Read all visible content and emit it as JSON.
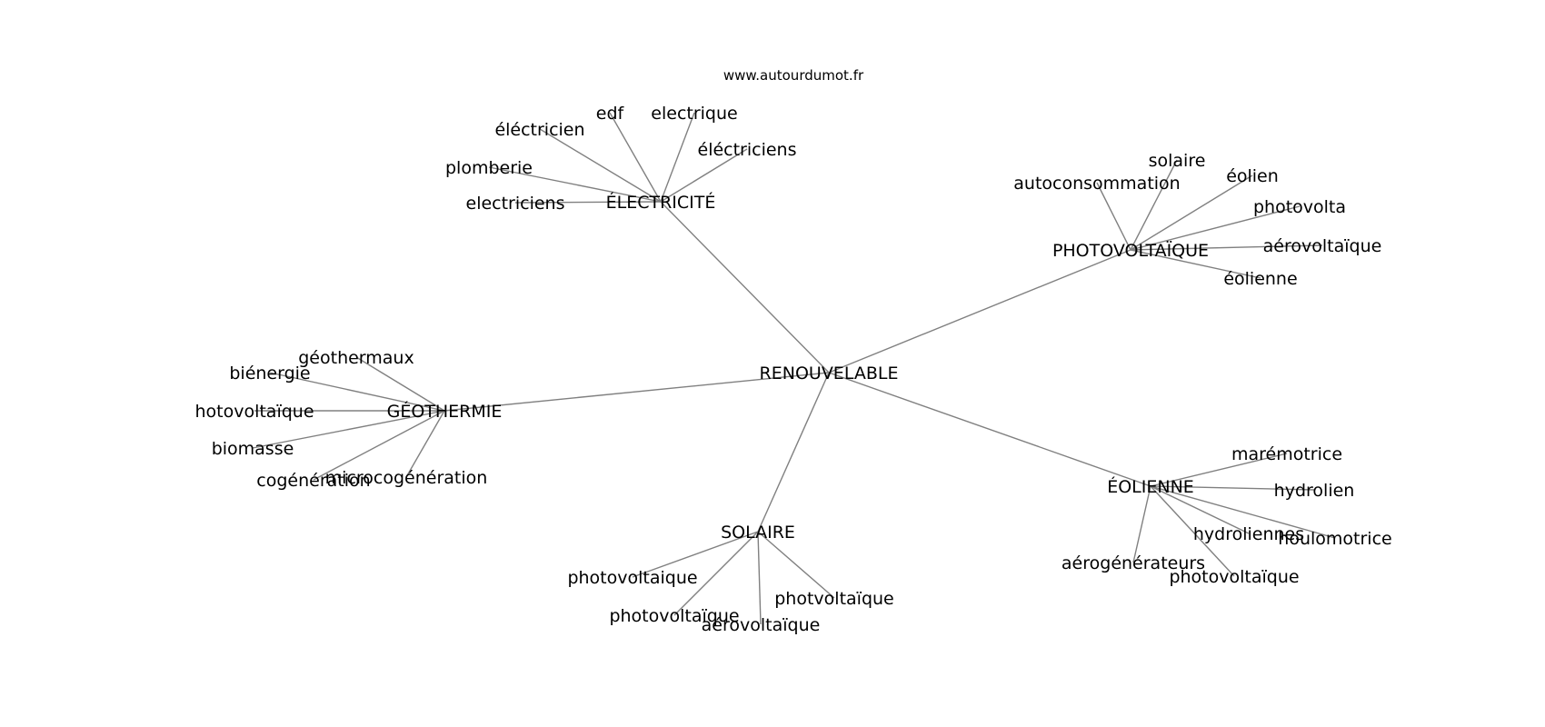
{
  "source": "www.autourdumot.fr",
  "graph": {
    "center": {
      "id": "renouvelable",
      "label": "RENOUVELABLE"
    },
    "hubs": [
      {
        "id": "electricite",
        "label": "ÉLECTRICITÉ",
        "leaves": [
          "electriciens",
          "plomberie",
          "éléctricien",
          "edf",
          "electrique",
          "éléctriciens"
        ]
      },
      {
        "id": "photovoltaique",
        "label": "PHOTOVOLTAÏQUE",
        "leaves": [
          "autoconsommation",
          "solaire",
          "éolien",
          "photovolta",
          "aérovoltaïque",
          "éolienne"
        ]
      },
      {
        "id": "geothermie",
        "label": "GÉOTHERMIE",
        "leaves": [
          "géothermaux",
          "biénergie",
          "hotovoltaïque",
          "biomasse",
          "cogénération",
          "microcogénération"
        ]
      },
      {
        "id": "solaire",
        "label": "SOLAIRE",
        "leaves": [
          "photovoltaique",
          "photovoltaïque",
          "aérovoltaïque",
          "photvoltaïque"
        ]
      },
      {
        "id": "eolienne",
        "label": "ÉOLIENNE",
        "leaves": [
          "marémotrice",
          "hydrolien",
          "houlomotrice",
          "hydroliennes",
          "photovoltaïque",
          "aérogénérateurs"
        ]
      }
    ]
  }
}
